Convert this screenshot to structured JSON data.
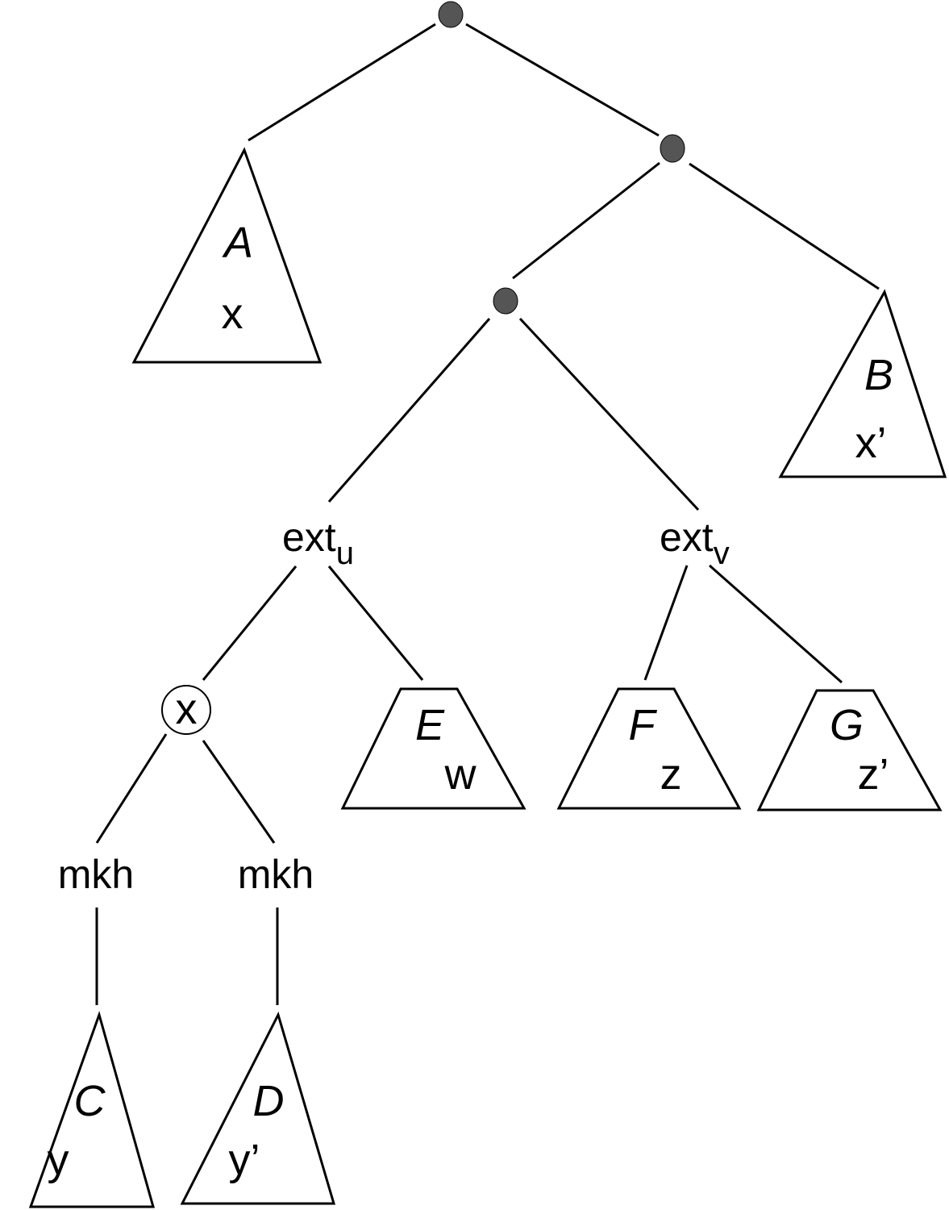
{
  "diagram": {
    "nodes": {
      "ext_u": {
        "base": "ext",
        "sub": "u"
      },
      "ext_v": {
        "base": "ext",
        "sub": "v"
      },
      "times": {
        "label": "x"
      },
      "mkh_left": {
        "label": "mkh"
      },
      "mkh_right": {
        "label": "mkh"
      }
    },
    "subtrees": {
      "A": {
        "name": "A",
        "value": "x"
      },
      "B": {
        "name": "B",
        "value": "x’"
      },
      "C": {
        "name": "C",
        "value": "y"
      },
      "D": {
        "name": "D",
        "value": "y’"
      },
      "E": {
        "name": "E",
        "value": "w"
      },
      "F": {
        "name": "F",
        "value": "z"
      },
      "G": {
        "name": "G",
        "value": "z’"
      }
    }
  }
}
